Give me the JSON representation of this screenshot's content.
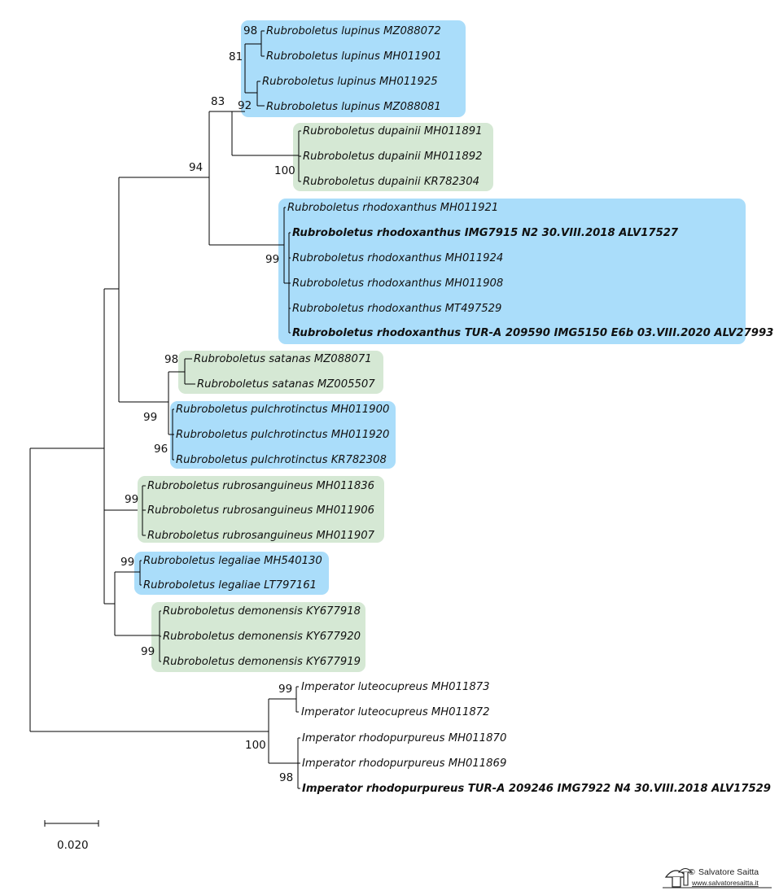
{
  "tree": {
    "leaves": [
      {
        "label": "Rubroboletus lupinus MZ088072",
        "bold": false
      },
      {
        "label": "Rubroboletus lupinus MH011901",
        "bold": false
      },
      {
        "label": "Rubroboletus lupinus MH011925",
        "bold": false
      },
      {
        "label": "Rubroboletus lupinus MZ088081",
        "bold": false
      },
      {
        "label": "Rubroboletus dupainii MH011891",
        "bold": false
      },
      {
        "label": "Rubroboletus dupainii MH011892",
        "bold": false
      },
      {
        "label": "Rubroboletus dupainii KR782304",
        "bold": false
      },
      {
        "label": "Rubroboletus rhodoxanthus MH011921",
        "bold": false
      },
      {
        "label": "Rubroboletus rhodoxanthus IMG7915 N2 30.VIII.2018 ALV17527",
        "bold": true
      },
      {
        "label": "Rubroboletus rhodoxanthus MH011924",
        "bold": false
      },
      {
        "label": "Rubroboletus rhodoxanthus MH011908",
        "bold": false
      },
      {
        "label": "Rubroboletus rhodoxanthus MT497529",
        "bold": false
      },
      {
        "label": "Rubroboletus rhodoxanthus TUR-A 209590 IMG5150 E6b 03.VIII.2020 ALV27993",
        "bold": true
      },
      {
        "label": "Rubroboletus satanas MZ088071",
        "bold": false
      },
      {
        "label": "Rubroboletus satanas MZ005507",
        "bold": false
      },
      {
        "label": "Rubroboletus pulchrotinctus MH011900",
        "bold": false
      },
      {
        "label": "Rubroboletus pulchrotinctus MH011920",
        "bold": false
      },
      {
        "label": "Rubroboletus pulchrotinctus KR782308",
        "bold": false
      },
      {
        "label": "Rubroboletus rubrosanguineus MH011836",
        "bold": false
      },
      {
        "label": "Rubroboletus rubrosanguineus MH011906",
        "bold": false
      },
      {
        "label": "Rubroboletus rubrosanguineus MH011907",
        "bold": false
      },
      {
        "label": "Rubroboletus legaliae MH540130",
        "bold": false
      },
      {
        "label": "Rubroboletus legaliae LT797161",
        "bold": false
      },
      {
        "label": "Rubroboletus demonensis KY677918",
        "bold": false
      },
      {
        "label": "Rubroboletus demonensis KY677920",
        "bold": false
      },
      {
        "label": "Rubroboletus demonensis KY677919",
        "bold": false
      },
      {
        "label": "Imperator luteocupreus MH011873",
        "bold": false
      },
      {
        "label": "Imperator luteocupreus MH011872",
        "bold": false
      },
      {
        "label": "Imperator rhodopurpureus MH011870",
        "bold": false
      },
      {
        "label": "Imperator rhodopurpureus MH011869",
        "bold": false
      },
      {
        "label": "Imperator rhodopurpureus TUR-A 209246 IMG7922 N4 30.VIII.2018 ALV17529",
        "bold": true
      }
    ],
    "support_values": [
      "98",
      "81",
      "92",
      "83",
      "100",
      "94",
      "99",
      "98",
      "99",
      "96",
      "99",
      "99",
      "99",
      "99",
      "100",
      "98"
    ],
    "clade_colors": {
      "blue": "#aaddfa",
      "green": "#d5e8d4"
    },
    "clade_highlights": [
      {
        "species": "Rubroboletus lupinus",
        "color": "blue"
      },
      {
        "species": "Rubroboletus dupainii",
        "color": "green"
      },
      {
        "species": "Rubroboletus rhodoxanthus",
        "color": "blue"
      },
      {
        "species": "Rubroboletus satanas",
        "color": "green"
      },
      {
        "species": "Rubroboletus pulchrotinctus",
        "color": "blue"
      },
      {
        "species": "Rubroboletus rubrosanguineus",
        "color": "green"
      },
      {
        "species": "Rubroboletus legaliae",
        "color": "blue"
      },
      {
        "species": "Rubroboletus demonensis",
        "color": "green"
      }
    ]
  },
  "scale_bar": {
    "label": "0.020",
    "value": 0.02
  },
  "watermark": {
    "copyright": "©",
    "name": "Salvatore Saitta",
    "url": "www.salvatoresaitta.it"
  }
}
